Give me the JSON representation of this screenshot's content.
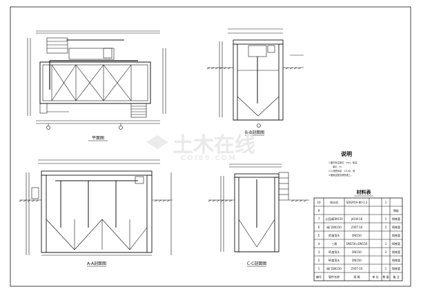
{
  "watermark": {
    "cn": "土木在线",
    "en": "COI88.COM"
  },
  "views": {
    "plan": "平面图",
    "section_bb": "B-B剖面图",
    "section_aa": "A-A剖面图",
    "section_cc": "C-C剖面图"
  },
  "notes": {
    "title": "说明",
    "lines": [
      "1.图中标注单位：mm，标高",
      "单位：m",
      "2.以池底标高：±0.00，地",
      "3.图纸应配合规范施工。"
    ]
  },
  "materials": {
    "title": "材料表",
    "footer": [
      "编号",
      "管件名称",
      "规 格",
      "单 位",
      "数 量",
      "备 注"
    ],
    "rows": [
      [
        "10",
        "排水机",
        "SDGR50-80-1.2",
        "1",
        ""
      ],
      [
        "9",
        "",
        "",
        "",
        "钢板"
      ],
      [
        "7",
        "止回阀DN150",
        "J41W-16",
        "1",
        "铸铁管"
      ],
      [
        "6",
        "阀门DN150",
        "Z45T-10",
        "2",
        "铸铁管"
      ],
      [
        "5",
        "45度弯头",
        "DN150",
        "",
        "铸铁管"
      ],
      [
        "4",
        "三通",
        "DN150×DN150",
        "1",
        "铸铁管"
      ],
      [
        "3",
        "45度弯头",
        "DN150",
        "2",
        "铸铁管"
      ],
      [
        "2",
        "90度弯头",
        "DN150",
        "",
        "铸铁管"
      ],
      [
        "1",
        "阀门DN150",
        "Z45T-10",
        "1",
        "铸铁管"
      ]
    ]
  }
}
